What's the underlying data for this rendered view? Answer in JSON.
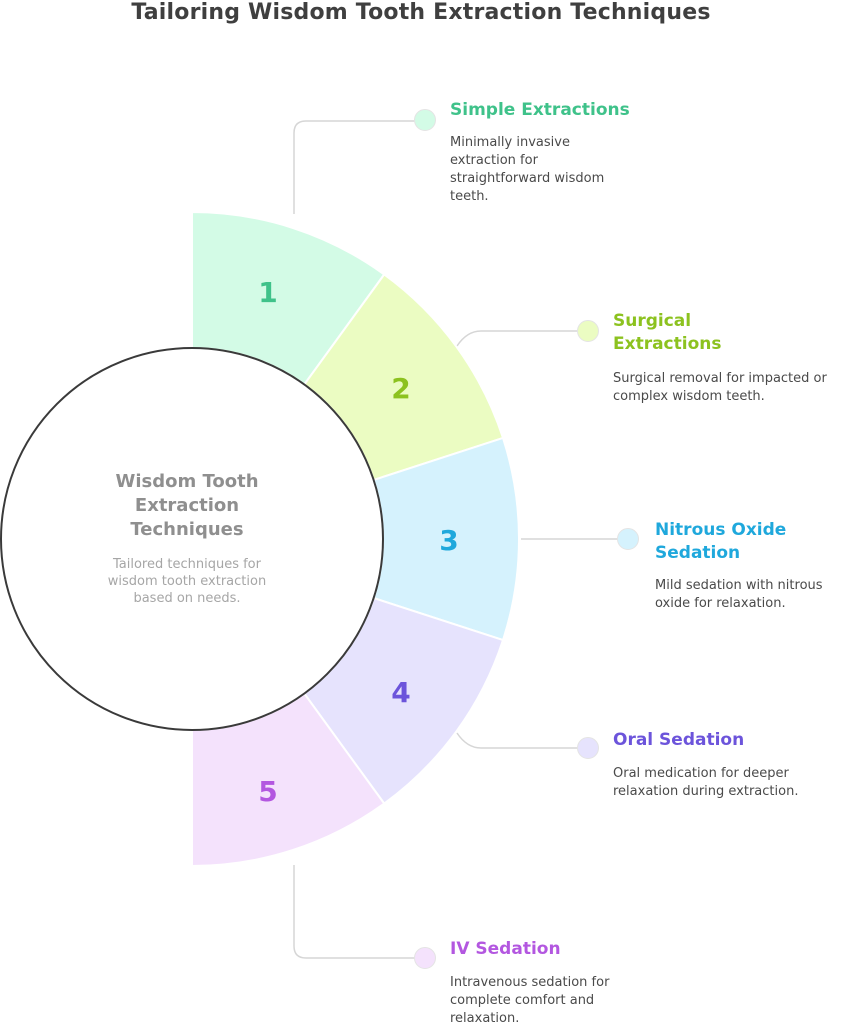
{
  "title": "Tailoring Wisdom Tooth Extraction Techniques",
  "center": {
    "title": "Wisdom Tooth Extraction Techniques",
    "description": "Tailored techniques for wisdom tooth extraction based on needs."
  },
  "items": [
    {
      "number": "1",
      "title": "Simple Extractions",
      "description": "Minimally invasive extraction for straightforward wisdom teeth.",
      "fill": "#d3fbe6",
      "accent": "#3fc28a"
    },
    {
      "number": "2",
      "title": "Surgical Extractions",
      "description": "Surgical removal for impacted or complex wisdom teeth.",
      "fill": "#ebfcc2",
      "accent": "#8cc21f"
    },
    {
      "number": "3",
      "title": "Nitrous Oxide Sedation",
      "description": "Mild sedation with nitrous oxide for relaxation.",
      "fill": "#d5f2fd",
      "accent": "#1fa8dc"
    },
    {
      "number": "4",
      "title": "Oral Sedation",
      "description": "Oral medication for deeper relaxation during extraction.",
      "fill": "#e6e3fd",
      "accent": "#6c54db"
    },
    {
      "number": "5",
      "title": "IV Sedation",
      "description": "Intravenous sedation for complete comfort and relaxation.",
      "fill": "#f4e2fc",
      "accent": "#b357e0"
    }
  ]
}
